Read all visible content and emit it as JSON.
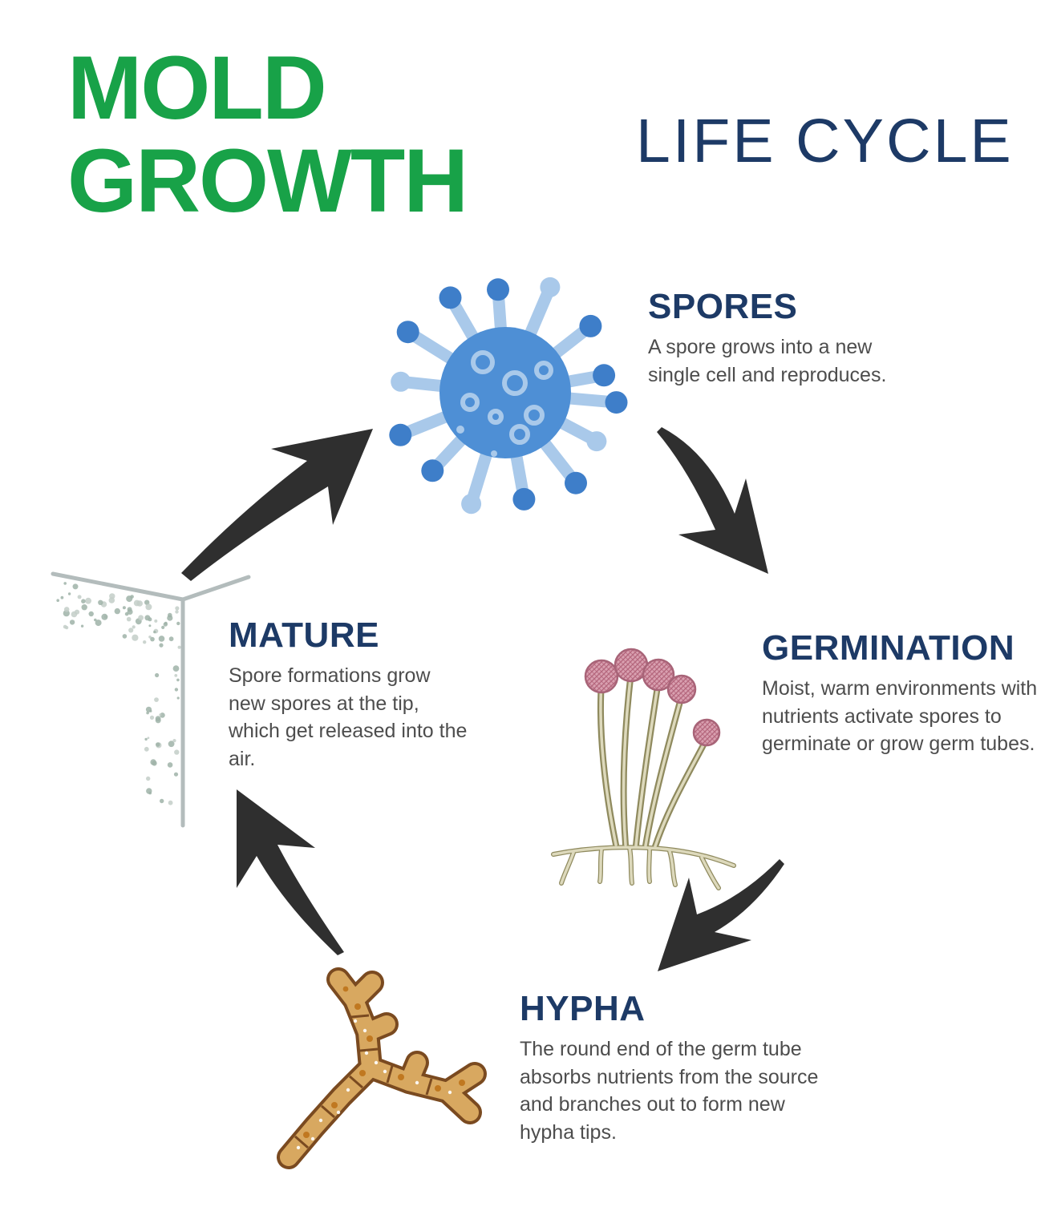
{
  "header": {
    "title_line1": "MOLD",
    "title_line2": "GROWTH",
    "subtitle": "LIFE CYCLE"
  },
  "stages": {
    "spores": {
      "label": "SPORES",
      "description": "A spore grows into a new single cell and reproduces."
    },
    "germination": {
      "label": "GERMINATION",
      "description": "Moist, warm environments with nutrients activate spores to germinate or grow germ tubes."
    },
    "hypha": {
      "label": "HYPHA",
      "description": "The round end of the germ tube absorbs nutrients from the source and branches out to form new hypha tips."
    },
    "mature": {
      "label": "MATURE",
      "description": "Spore formations grow new spores at the tip, which get released into the air."
    }
  },
  "colors": {
    "title_green": "#18A248",
    "heading_navy": "#1D3A66",
    "body_text": "#4D4D4D",
    "arrow": "#2F2F2F",
    "spore_blue": "#4E8FD5",
    "spore_light_blue": "#A9C9EA",
    "spore_dark_blue": "#3E7EC9",
    "germ_stem_dark": "#8F8A5E",
    "germ_stem_light": "#DDD9BC",
    "germ_head_pink": "#D9A0B0",
    "hypha_tan": "#D8A860",
    "hypha_outline": "#7A4A20",
    "mature_line_grey": "#B3BCBC",
    "mature_speckle": "#9FB3A8"
  },
  "icons": {
    "spore_illustration": "spore-ball-icon",
    "germination_illustration": "sporangiophore-icon",
    "hypha_illustration": "branching-hypha-icon",
    "mature_illustration": "spore-release-corner-icon",
    "cycle_arrow": "curved-arrow-icon"
  }
}
